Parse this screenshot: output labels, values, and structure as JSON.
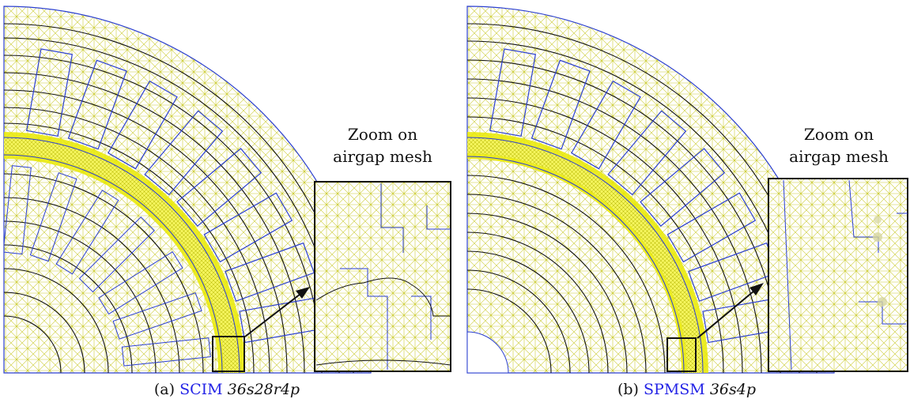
{
  "panels": [
    {
      "zoom_label_line1": "Zoom on",
      "zoom_label_line2": "airgap mesh",
      "caption_prefix": "(a)",
      "caption_acronym": "SCIM",
      "caption_config": "36s28r4p"
    },
    {
      "zoom_label_line1": "Zoom on",
      "zoom_label_line2": "airgap mesh",
      "caption_prefix": "(b)",
      "caption_acronym": "SPMSM",
      "caption_config": "36s4p"
    }
  ],
  "colors": {
    "mesh": "#cccc33",
    "mesh_dense": "#e4e400",
    "geometry": "#2b3fd0",
    "flux_lines": "#111111",
    "link": "#2323e6"
  }
}
